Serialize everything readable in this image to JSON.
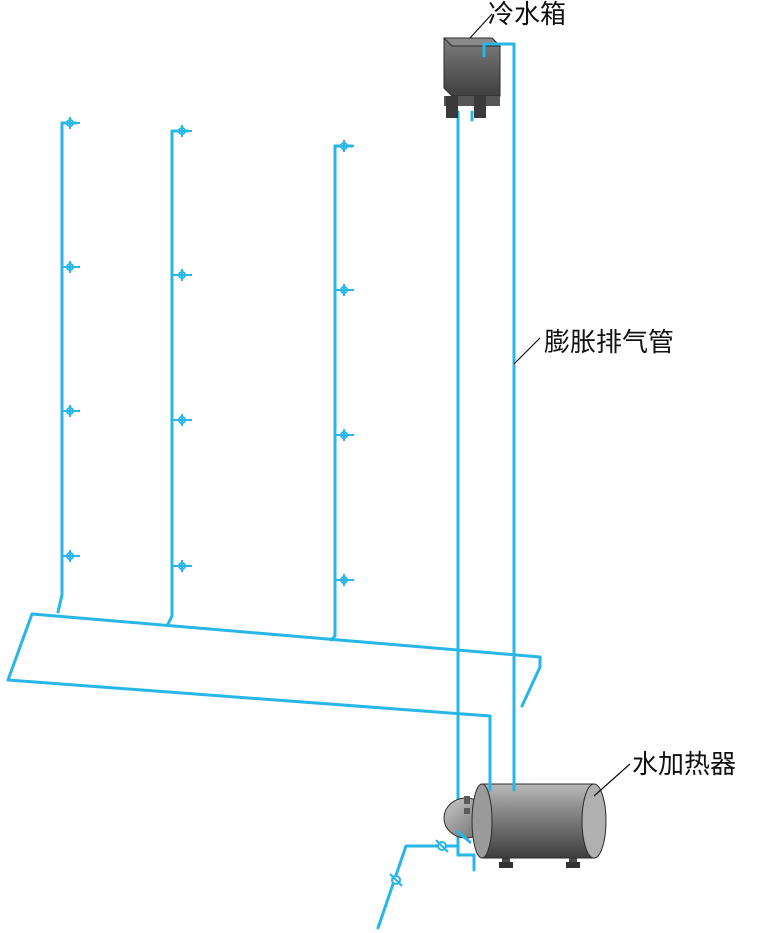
{
  "labels": {
    "cold_tank": "冷水箱",
    "vent_pipe": "膨胀排气管",
    "water_heater": "水加热器"
  },
  "colors": {
    "pipe": "#27b6e6",
    "pipe_highlight": "#a9e6f7",
    "equipment": "#6d6d6d",
    "equipment_dark": "#3b3b3b",
    "leader": "#111111"
  }
}
